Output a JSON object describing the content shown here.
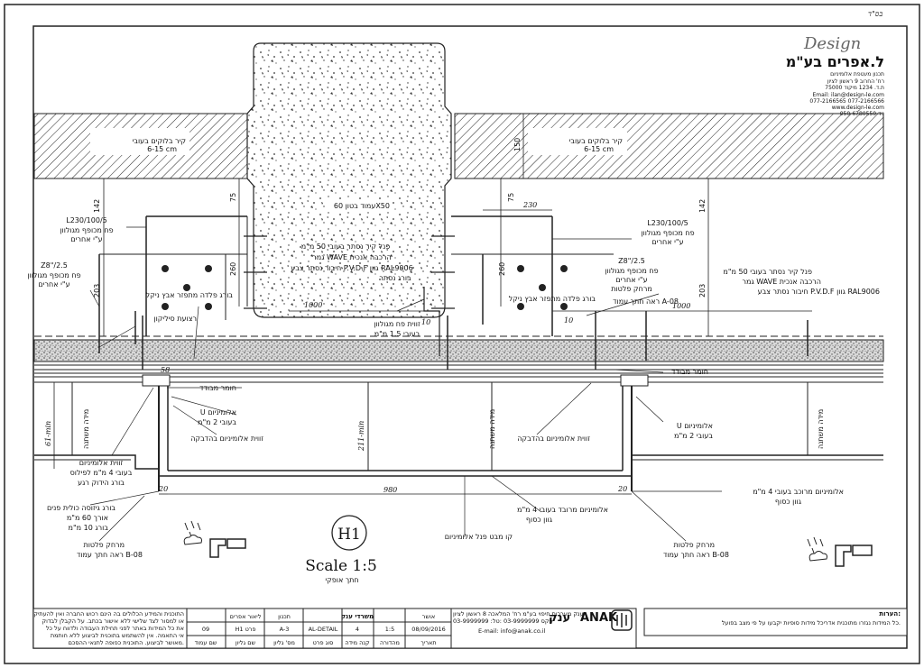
{
  "header": {
    "page_code": "בס\"ד"
  },
  "company": {
    "logo_word": "Design",
    "name": "ל.אפרים בע\"מ",
    "subtitle": "תכנון מעטפת אלומיניום",
    "lines": [
      "רח' החרוב 9 ראשון לציון",
      "ת.ד. 1234 מיקוד 75000",
      "Email: ilan@design-le.com",
      "077-2166565   077-2166566",
      "www.design-le.com",
      "050-6780550  ניד"
    ]
  },
  "labels": {
    "wall_block_left": "קיר בלוקים בעובי",
    "wall_block_left_sub": "6-15 cm",
    "wall_block_right": "קיר בלוקים בעובי",
    "wall_block_right_sub": "6-15 cm",
    "column": "עמוד בטון 60X50",
    "l_profile_left": "L230/100/5",
    "l_profile_left_a": "פח מכופף מגולוון",
    "l_profile_left_b": "ע\"י אחרים",
    "l_profile_right": "L230/100/5",
    "l_profile_right_a": "פח מכופף מגולוון",
    "l_profile_right_b": "ע\"י אחרים",
    "z_left": "Z8\"/2.5",
    "z_left_a": "פח מכופף מגולוון",
    "z_left_b": "ע\"י אחרים",
    "z_right": "Z8\"/2.5",
    "z_right_a": "פח מכופף מגולוון",
    "z_right_b": "ע\"י אחרים",
    "z_right_c": "מרחק פלטות",
    "panel_center_a": "פנל קיר נסתר בעובי 50 מ\"מ",
    "panel_center_b": "גמר WAVE הרכבה אנכית",
    "panel_center_c": "חיבור נסתר צבע P.V.D.F גוון RAL9006",
    "panel_center_d": "בורג נסתר",
    "panel_right_a": "פנל קיר נסתר בעובי 50 מ\"מ",
    "panel_right_b": "גמר WAVE הרכבה אנכית",
    "panel_right_c": "חיבור נסתר צבע P.V.D.F גוון RAL9006",
    "panel_right_d": "ראה חתך עמוד A-08",
    "bolt_left": "בורג פלדה מתפזר אבץ ניקל",
    "bolt_right": "בורג פלדה מתפזר אבץ ניקל",
    "silicon": "רצועת סיליקון",
    "angle_c_a": "זווית פח מגולוון",
    "angle_c_b": "בעובי 1.5 מ\"מ",
    "separator_left": "חומר מבודד",
    "separator_right": "חומר מבודד",
    "u_left_a": "U אלומיניום",
    "u_left_b": "בעובי 2 מ\"מ",
    "u_right_a": "U אלומיניום",
    "u_right_b": "בעובי 2 מ\"מ",
    "angle_left": "זווית אלומיניום בהדבקה",
    "angle_center": "זווית אלומיניום בהדבקה",
    "vert_min": "61-min",
    "vert_left": "מידה משתנה",
    "vert_center": "מידה משתנה",
    "vert_right": "מידה משתנה",
    "zavit_a": "זווית אלומיניום",
    "zavit_b": "בעובי 4 מ\"מ לפילוס",
    "zavit_c": "בורג הידוק רגע",
    "gypsum_a": "בורג גיזוסה כולית פנים",
    "gypsum_b": "אורך 60 מ\"מ",
    "gypsum_c": "בורג 10 מ\"מ",
    "plates_left_a": "מרחק פלטות",
    "plates_left_b": "ראה חתך עמוד B-08",
    "plates_right_a": "מרחק פלטות",
    "plates_right_b": "ראה חתך עמוד B-08",
    "alum_center_a": "אלומיניום מרובד בעובי 4 מ\"מ",
    "alum_center_b": "גוון כסוף",
    "alum_right_a": "אלומיניום מרוכב בעובי 4 מ\"מ",
    "alum_right_b": "גוון כסוף",
    "panel_line": "קו מבט פנל אלומיניום",
    "detail_code": "H1",
    "scale": "Scale 1:5",
    "section": "חתך אופקי"
  },
  "dims": {
    "d142_l": "142",
    "d75_l": "75",
    "d260_l": "260",
    "d203_l": "203",
    "d150": "150",
    "d142_r": "142",
    "d75_r": "75",
    "d260_r": "260",
    "d203_r": "203",
    "d230": "230",
    "d1000_c": "1000",
    "d1000_r": "1000",
    "d10_c": "10",
    "d10_r": "10",
    "d58": "58",
    "d211": "211-min",
    "d20_l": "20",
    "d20_r": "20",
    "d980": "980"
  },
  "notes": {
    "title": "הערות:",
    "text": "כל המידות נגזרו מתוכנית אדריכל מידות סופיות יקבעו על פי מצב בפועל."
  },
  "title_block": {
    "disclaimer": [
      "התוכנית והמידע הכלולים בה הינם רכוש החברה ואין להעתיק",
      "או למסור לצד שלישי ללא אישור בכתב. על הקבלן לבדוק",
      "את כל המידות באתר לפני תחילת העבודה ולדווח על כל",
      "אי התאמה. אין להשתמש בתוכנית לביצוע ללא חותמת",
      "מאושר לביצוע. התוכנית כפופה לתנאי ההסכם."
    ],
    "col_labels": [
      "שם עמוד",
      "שם גליון",
      "מס' גליון",
      "סוג פרט",
      "קנה מידה",
      "מהדורה",
      "תאריך"
    ],
    "values": [
      "09",
      "H1 פרט",
      "A-3",
      "AL-DETAIL",
      "4",
      "1:5",
      "08/09/2016"
    ],
    "header_vals": [
      "ליאור אפרים",
      "תכנון",
      "משרדי ענק",
      "אושר"
    ],
    "anak_line1": "ענק מערכות חיפוי בע\"מ רח' המלאכה 8 ראשון לציון",
    "anak_line2": "03-9999999 :פקס 03-9999999 :טל",
    "anak_email": "E-mail: info@anak.co.il",
    "anak_name": "ANAK",
    "anak_heb": "ענק"
  }
}
